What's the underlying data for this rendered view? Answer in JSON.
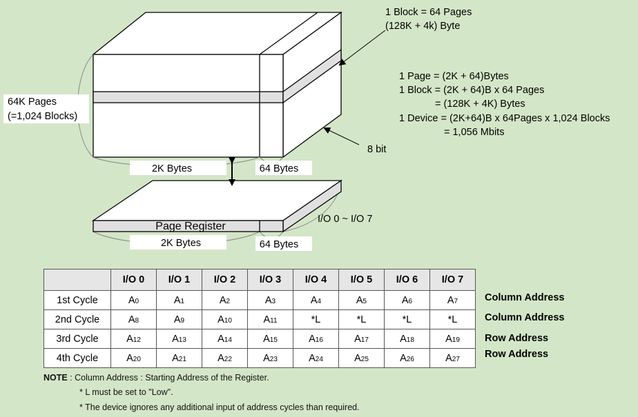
{
  "block_capacity": {
    "line1": "1 Block = 64 Pages",
    "line2": "(128K + 4k) Byte"
  },
  "capacity_formulas": [
    "1 Page = (2K + 64)Bytes",
    "1 Block = (2K + 64)B x 64 Pages",
    "= (128K + 4K) Bytes",
    "1 Device = (2K+64)B x 64Pages x 1,024 Blocks",
    "= 1,056 Mbits"
  ],
  "pages_label": {
    "line1": "64K Pages",
    "line2": "(=1,024 Blocks)"
  },
  "data_width_label": "8 bit",
  "array_main_label": "2K Bytes",
  "array_spare_label": "64 Bytes",
  "register_label": "Page Register",
  "register_main_label": "2K Bytes",
  "register_spare_label": "64 Bytes",
  "io_label": "I/O 0 ~ I/O 7",
  "colors": {
    "background": "#d4e6c8",
    "face": "#ffffff",
    "stripe": "#e0e0e0",
    "line": "#000000"
  },
  "table": {
    "headers": [
      "I/O 0",
      "I/O 1",
      "I/O 2",
      "I/O 3",
      "I/O 4",
      "I/O 5",
      "I/O 6",
      "I/O 7"
    ],
    "rows": [
      {
        "cycle": "1st Cycle",
        "cells": [
          [
            "A",
            "0"
          ],
          [
            "A",
            "1"
          ],
          [
            "A",
            "2"
          ],
          [
            "A",
            "3"
          ],
          [
            "A",
            "4"
          ],
          [
            "A",
            "5"
          ],
          [
            "A",
            "6"
          ],
          [
            "A",
            "7"
          ]
        ],
        "address": "Column Address"
      },
      {
        "cycle": "2nd Cycle",
        "cells": [
          [
            "A",
            "8"
          ],
          [
            "A",
            "9"
          ],
          [
            "A",
            "10"
          ],
          [
            "A",
            "11"
          ],
          [
            "*L",
            ""
          ],
          [
            "*L",
            ""
          ],
          [
            "*L",
            ""
          ],
          [
            "*L",
            ""
          ]
        ],
        "address": "Column Address"
      },
      {
        "cycle": "3rd Cycle",
        "cells": [
          [
            "A",
            "12"
          ],
          [
            "A",
            "13"
          ],
          [
            "A",
            "14"
          ],
          [
            "A",
            "15"
          ],
          [
            "A",
            "16"
          ],
          [
            "A",
            "17"
          ],
          [
            "A",
            "18"
          ],
          [
            "A",
            "19"
          ]
        ],
        "address": "Row Address"
      },
      {
        "cycle": "4th Cycle",
        "cells": [
          [
            "A",
            "20"
          ],
          [
            "A",
            "21"
          ],
          [
            "A",
            "22"
          ],
          [
            "A",
            "23"
          ],
          [
            "A",
            "24"
          ],
          [
            "A",
            "25"
          ],
          [
            "A",
            "26"
          ],
          [
            "A",
            "27"
          ]
        ],
        "address": "Row Address"
      }
    ]
  },
  "notes": {
    "label": "NOTE",
    "line1": " : Column Address : Starting Address of the Register.",
    "line2": "* L must be set to \"Low\".",
    "line3": "* The device ignores any additional input of address cycles than required."
  }
}
